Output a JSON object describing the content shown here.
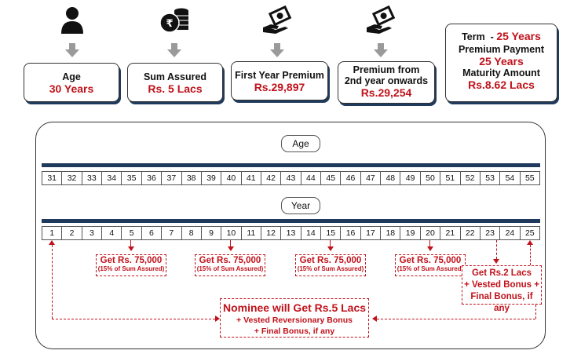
{
  "cards": [
    {
      "label": "Age",
      "value": "30 Years"
    },
    {
      "label": "Sum Assured",
      "value": "Rs. 5 Lacs"
    },
    {
      "label": "First Year Premium",
      "value": "Rs.29,897"
    },
    {
      "label_line1": "Premium from",
      "label_line2": "2nd year onwards",
      "value": "Rs.29,254"
    }
  ],
  "term_card": {
    "term_label": "Term  - ",
    "term_value": "25 Years",
    "ppt_label": "Premium Payment",
    "ppt_value": "25 Years",
    "maturity_label": "Maturity Amount",
    "maturity_value": "Rs.8.62 Lacs"
  },
  "icons": [
    "person-icon",
    "coins-rupee-icon",
    "cash-hand-icon",
    "cash-hand-icon"
  ],
  "age_header": "Age",
  "ages": [
    "31",
    "32",
    "33",
    "34",
    "35",
    "36",
    "37",
    "38",
    "39",
    "40",
    "41",
    "42",
    "43",
    "44",
    "45",
    "46",
    "47",
    "48",
    "49",
    "50",
    "51",
    "52",
    "53",
    "54",
    "55"
  ],
  "year_header": "Year",
  "years": [
    "1",
    "2",
    "3",
    "4",
    "5",
    "6",
    "7",
    "8",
    "9",
    "10",
    "11",
    "12",
    "13",
    "14",
    "15",
    "16",
    "17",
    "18",
    "19",
    "20",
    "21",
    "22",
    "23",
    "24",
    "25"
  ],
  "payouts": [
    {
      "main": "Get Rs. 75,000",
      "sub": "(15% of Sum Assured)",
      "year": 5
    },
    {
      "main": "Get Rs. 75,000",
      "sub": "(15% of Sum Assured)",
      "year": 10
    },
    {
      "main": "Get Rs. 75,000",
      "sub": "(15% of Sum Assured)",
      "year": 15
    },
    {
      "main": "Get Rs. 75,000",
      "sub": "(15% of Sum Assured)",
      "year": 20
    }
  ],
  "maturity_box": {
    "line1": "Get Rs.2 Lacs",
    "line2": "+ Vested Bonus +",
    "line3": "Final Bonus, if any"
  },
  "nominee_box": {
    "line1": "Nominee will Get Rs.5 Lacs",
    "line2": "+ Vested Reversionary Bonus",
    "line3": "+ Final Bonus, if any"
  },
  "colors": {
    "accent_red": "#c0121b",
    "navy": "#1f3a5c",
    "arrow_grey": "#9a9a9a"
  }
}
